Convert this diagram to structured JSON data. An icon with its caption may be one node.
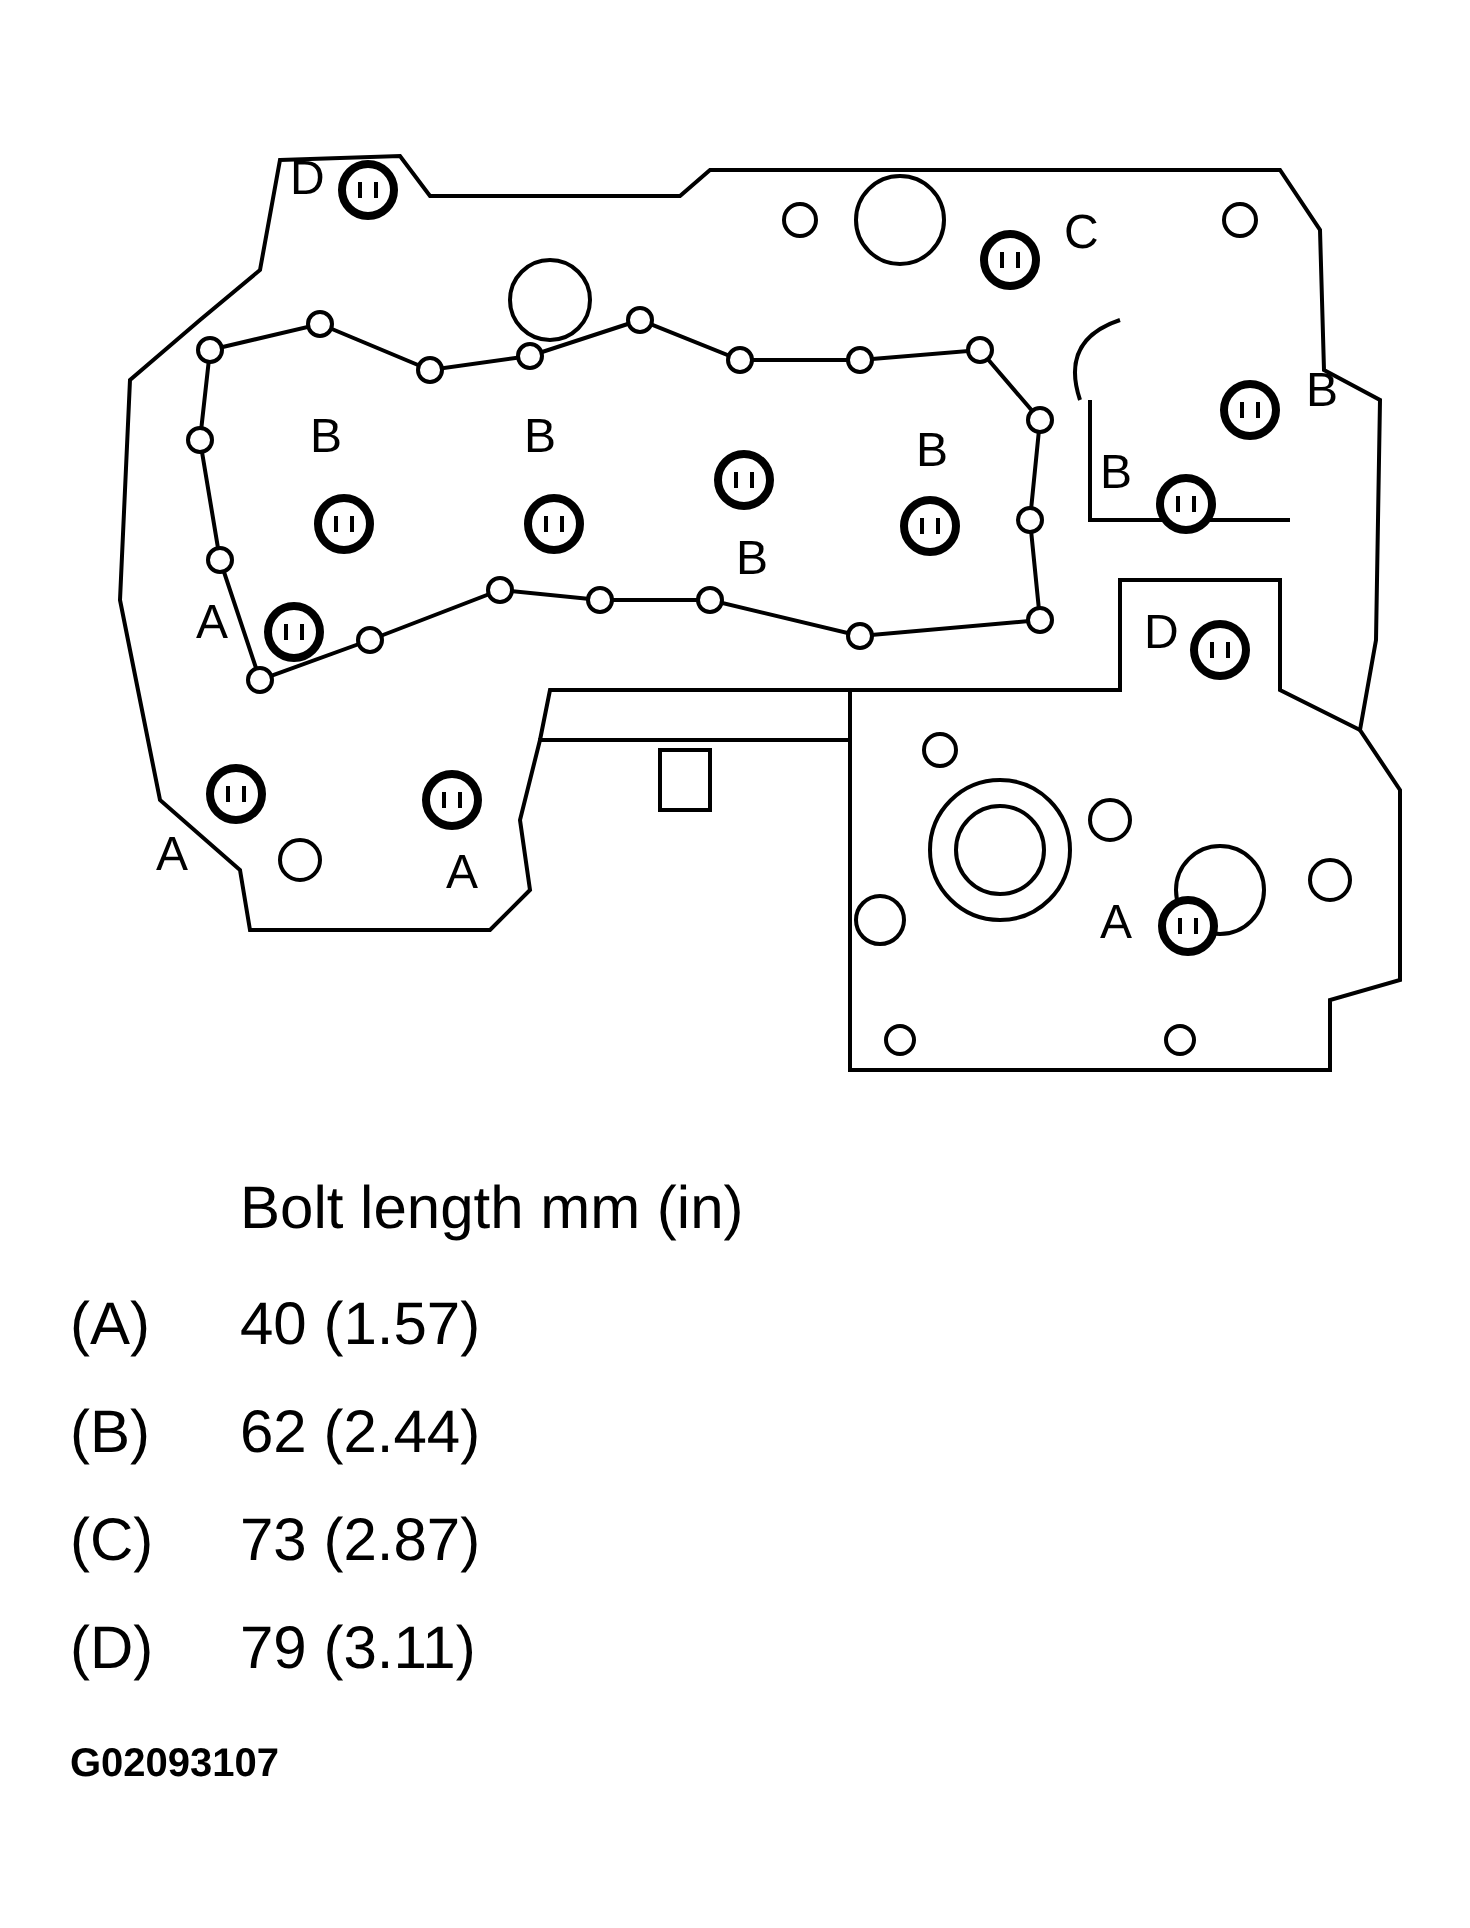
{
  "diagram": {
    "labels": [
      "D",
      "C",
      "B",
      "B",
      "B",
      "B",
      "B",
      "B",
      "A",
      "D",
      "A",
      "A",
      "A",
      "Bolt length mm (in)",
      "(A)",
      "40 (1.57)",
      "(B)",
      "62 (2.44)",
      "(C)",
      "73 (2.87)",
      "(D)",
      "79 (3.11)",
      "G02093107"
    ]
  }
}
